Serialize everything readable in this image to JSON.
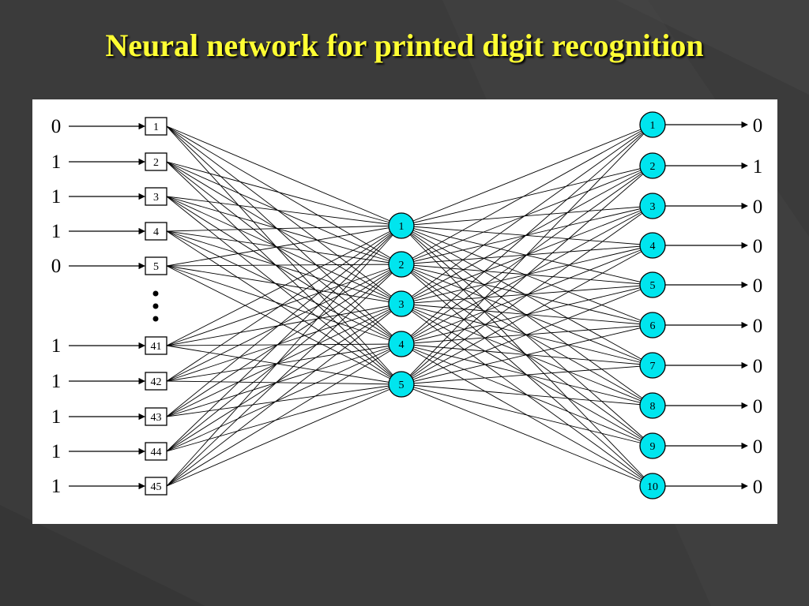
{
  "title": "Neural network for printed digit recognition",
  "input_values": [
    "0",
    "1",
    "1",
    "1",
    "0",
    "1",
    "1",
    "1",
    "1",
    "1"
  ],
  "input_nodes": [
    "1",
    "2",
    "3",
    "4",
    "5",
    "41",
    "42",
    "43",
    "44",
    "45"
  ],
  "hidden_nodes": [
    "1",
    "2",
    "3",
    "4",
    "5"
  ],
  "output_nodes": [
    "1",
    "2",
    "3",
    "4",
    "5",
    "6",
    "7",
    "8",
    "9",
    "10"
  ],
  "output_values": [
    "0",
    "1",
    "0",
    "0",
    "0",
    "0",
    "0",
    "0",
    "0",
    "0"
  ],
  "colors": {
    "background": "#3b3b3b",
    "title": "#ffff33",
    "panel": "#ffffff",
    "neuron_fill": "#00e5ee",
    "line": "#000000"
  }
}
